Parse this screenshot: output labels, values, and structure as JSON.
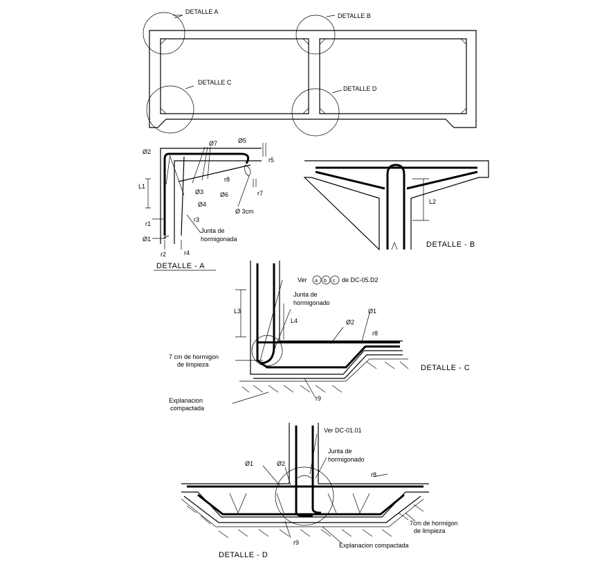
{
  "overview": {
    "callouts": {
      "detail_a": "DETALLE A",
      "detail_b": "DETALLE B",
      "detail_c": "DETALLE C",
      "detail_d": "DETALLE D"
    }
  },
  "detail_a": {
    "title": "DETALLE - A",
    "labels": {
      "phi2": "Ø2",
      "phi7": "Ø7",
      "phi5": "Ø5",
      "r5": "r5",
      "l1": "L1",
      "r8": "r8",
      "r7": "r7",
      "phi3": "Ø3",
      "phi6": "Ø6",
      "phi4": "Ø4",
      "drip": "Ø 3cm",
      "r1": "r1",
      "r3": "r3",
      "phi1": "Ø1",
      "joint_line1": "Junta de",
      "joint_line2": "hormigonada",
      "r2": "r2",
      "r4": "r4"
    }
  },
  "detail_b": {
    "title": "DETALLE - B",
    "labels": {
      "l2": "L2"
    }
  },
  "detail_c": {
    "title": "DETALLE - C",
    "labels": {
      "ref_prefix": "Ver",
      "ref_circle_a": "a",
      "ref_circle_b": "b",
      "ref_circle_c": "c",
      "ref_suffix": "de DC-05.D2",
      "joint_line1": "Junta de",
      "joint_line2": "hormigonado",
      "l3": "L3",
      "l4": "L4",
      "phi2": "Ø2",
      "phi1": "Ø1",
      "r8": "r8",
      "lean_line1": "7 cm de hormigon",
      "lean_line2": "de limpieza",
      "fill_line1": "Explanacion",
      "fill_line2": "compactada",
      "r9": "r9"
    }
  },
  "detail_d": {
    "title": "DETALLE - D",
    "labels": {
      "ref": "Ver DC-01.01",
      "joint_line1": "Junta de",
      "joint_line2": "hormigonado",
      "phi1": "Ø1",
      "phi2": "Ø2",
      "r8": "r8",
      "lean_line1": "7cm de hormigon",
      "lean_line2": "de limpieza",
      "r9": "r9",
      "fill": "Explanacion compactada"
    }
  }
}
